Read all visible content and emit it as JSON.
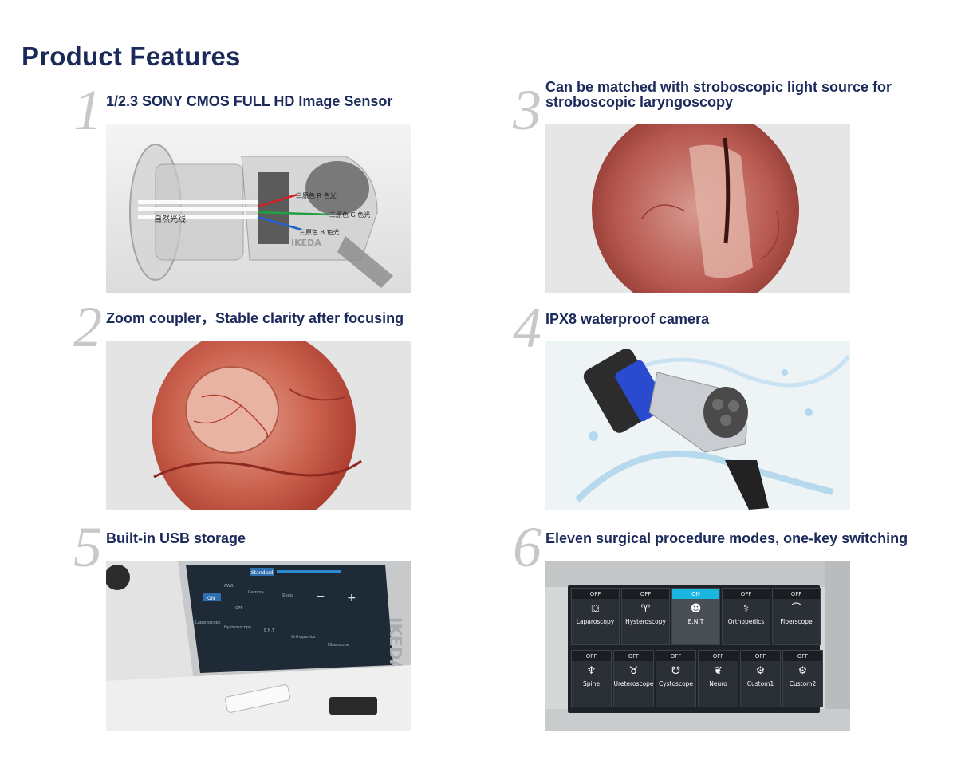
{
  "page": {
    "title": "Product Features"
  },
  "features": [
    {
      "number": "1",
      "title": "1/2.3 SONY CMOS FULL HD Image Sensor"
    },
    {
      "number": "2",
      "title": "Zoom coupler，Stable clarity after focusing"
    },
    {
      "number": "3",
      "title": "Can be matched with stroboscopic light source for stroboscopic laryngoscopy"
    },
    {
      "number": "4",
      "title": "IPX8 waterproof camera"
    },
    {
      "number": "5",
      "title": "Built-in USB storage"
    },
    {
      "number": "6",
      "title": "Eleven surgical procedure modes, one-key switching"
    }
  ],
  "sensor_diagram": {
    "natural_light": "自然光线",
    "red": "三原色 R 色光",
    "green": "三原色 G 色光",
    "blue": "三原色 B 色光",
    "brand": "IKEDA"
  },
  "usb_screen": {
    "standard": "Standard",
    "awb": "AWB",
    "gamma": "Gamma",
    "sleep": "Sleep",
    "off": "OFF",
    "on": "ON",
    "minus": "−",
    "plus": "+",
    "modes": [
      "Laparoscopy",
      "Hysteroscopy",
      "E.N.T",
      "Orthopedics",
      "Fiberscope"
    ],
    "brand": "IKEDA"
  },
  "mode_grid": {
    "row1": [
      {
        "state": "OFF",
        "name": "Laparoscopy",
        "icon": "abdomen-icon"
      },
      {
        "state": "OFF",
        "name": "Hysteroscopy",
        "icon": "uterus-icon"
      },
      {
        "state": "ON",
        "name": "E.N.T",
        "icon": "head-icon"
      },
      {
        "state": "OFF",
        "name": "Orthopedics",
        "icon": "bone-icon"
      },
      {
        "state": "OFF",
        "name": "Fiberscope",
        "icon": "fiber-icon"
      }
    ],
    "row2": [
      {
        "state": "OFF",
        "name": "Spine",
        "icon": "spine-icon"
      },
      {
        "state": "OFF",
        "name": "Ureteroscope",
        "icon": "kidney-icon"
      },
      {
        "state": "OFF",
        "name": "Cystoscope",
        "icon": "bladder-icon"
      },
      {
        "state": "OFF",
        "name": "Neuro",
        "icon": "brain-icon"
      },
      {
        "state": "OFF",
        "name": "Custom1",
        "icon": "gear-icon"
      },
      {
        "state": "OFF",
        "name": "Custom2",
        "icon": "gear-icon"
      }
    ]
  }
}
